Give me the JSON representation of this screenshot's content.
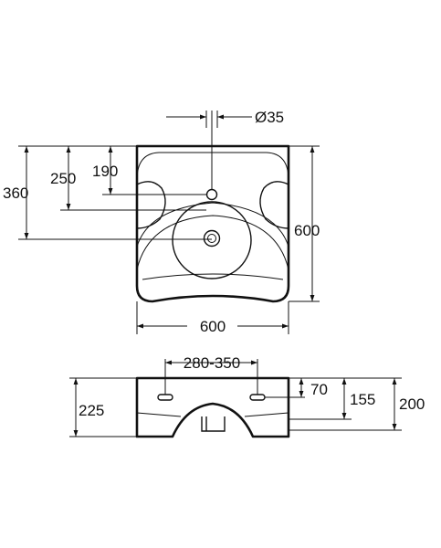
{
  "top_view": {
    "dims": {
      "tap_hole_diameter": "Ø35",
      "depth_360": "360",
      "depth_250": "250",
      "depth_190": "190",
      "height_600": "600",
      "width_600": "600"
    }
  },
  "side_view": {
    "dims": {
      "bracket_spacing": "280-350",
      "height_225": "225",
      "bracket_70": "70",
      "bracket_155": "155",
      "height_200": "200"
    }
  }
}
